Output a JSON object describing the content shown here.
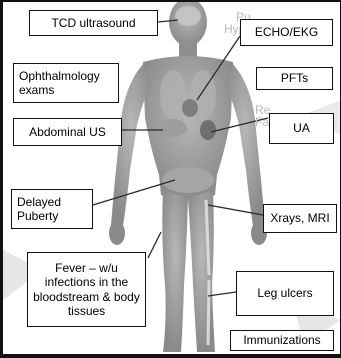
{
  "labels": {
    "tcd_ultrasound": "TCD ultrasound",
    "echo_ekg": "ECHO/EKG",
    "ophthalmology": "Ophthalmology exams",
    "pfts": "PFTs",
    "abdominal_us": "Abdominal US",
    "ua": "UA",
    "delayed_puberty": "Delayed Puberty",
    "xrays_mri": "Xrays, MRI",
    "fever": "Fever – w/u infections in the bloodstream & body tissues",
    "leg_ulcers": "Leg ulcers",
    "immunizations": "Immunizations"
  },
  "background_text": {
    "pu": "Pu",
    "hyp": "Hyp",
    "re": "Re",
    "fai": "Fai"
  },
  "colors": {
    "body_fill": "#9a9a9a",
    "body_highlight": "#bdbdbd",
    "ghost_text": "#b9b9b9",
    "box_border": "#111111",
    "arrow": "#2b2b2b"
  }
}
